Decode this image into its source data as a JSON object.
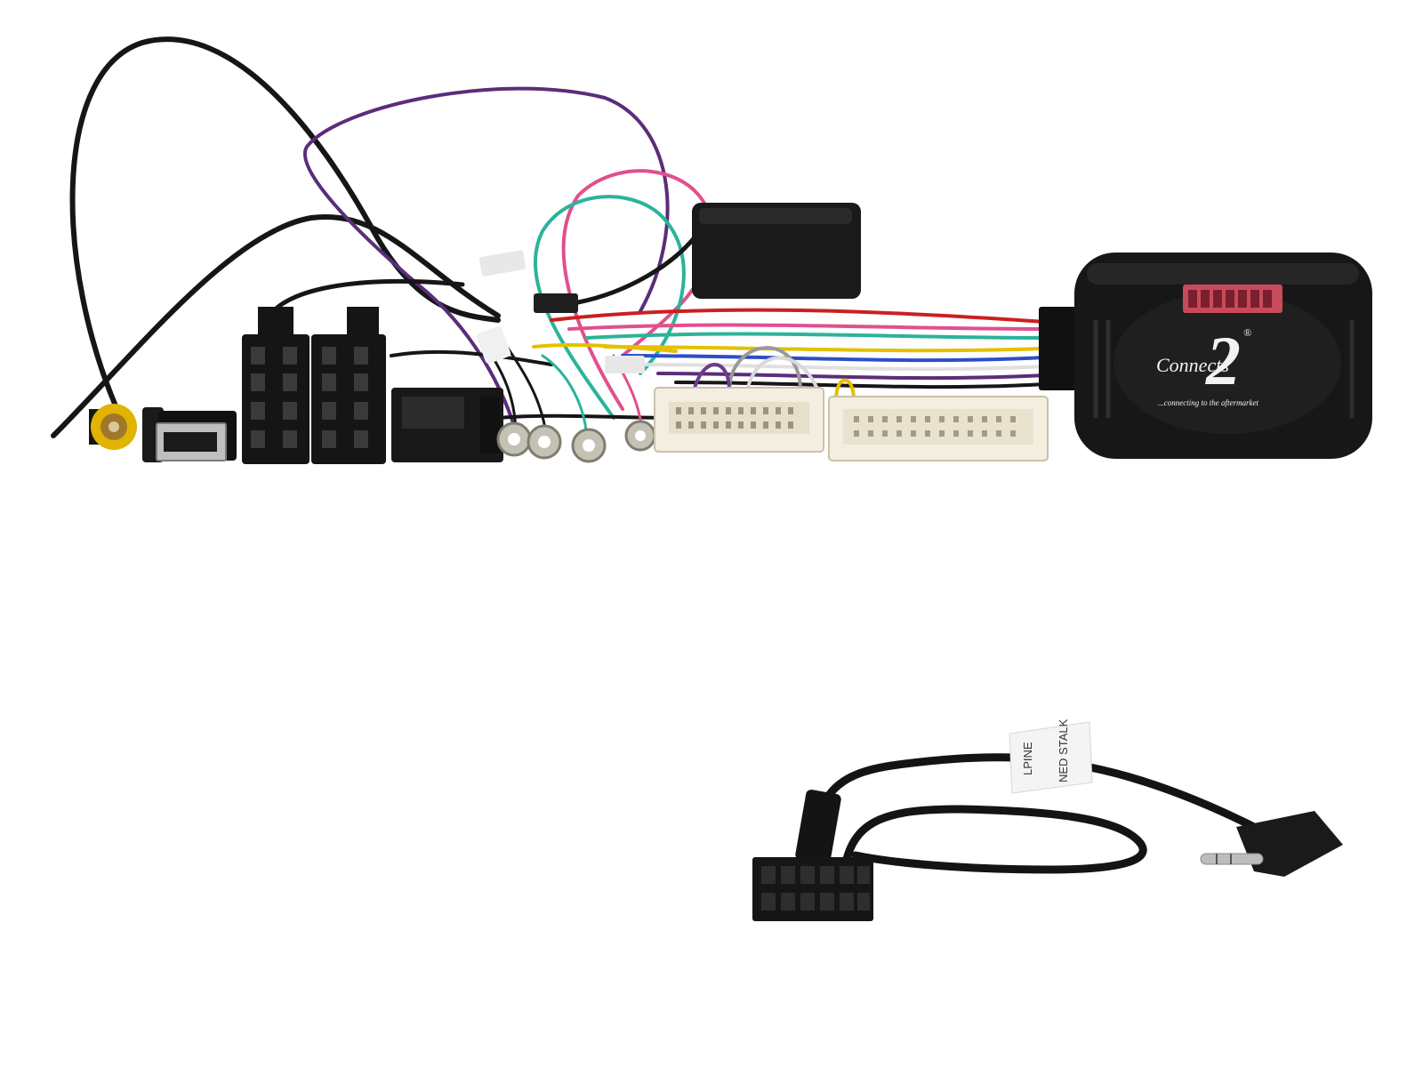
{
  "product": {
    "module": {
      "brand_number": "2",
      "brand_word": "Connects",
      "registered_mark": "®",
      "tagline": "...connecting to the aftermarket"
    },
    "patch_lead": {
      "label_line_1": "LPINE",
      "label_line_2": "NED STALK"
    }
  },
  "colors": {
    "wire_black": "#161616",
    "wire_purple": "#5b2d7a",
    "wire_pink": "#e0508c",
    "wire_teal": "#2bb39a",
    "wire_yellow": "#e4c000",
    "wire_blue": "#2d4ec9",
    "wire_red": "#cc1f1f",
    "connector_cream": "#f3eee0",
    "rca_yellow": "#e0b400",
    "dip_switch_red": "#c94b5b"
  }
}
